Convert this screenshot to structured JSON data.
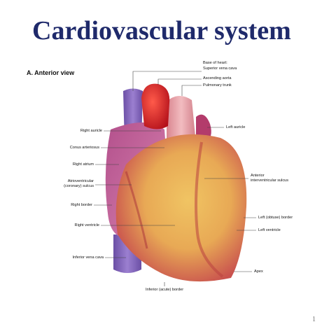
{
  "slide": {
    "title": "Cardiovascular system",
    "page_number": "1"
  },
  "figure": {
    "view_label": "A. Anterior view",
    "labels_left": {
      "right_auricle": "Right auricle",
      "conus_arteriosus": "Conus arteriosus",
      "right_atrium": "Right atrium",
      "av_sulcus_line1": "Atrioventricular",
      "av_sulcus_line2": "(coronary) sulcus",
      "right_border": "Right border",
      "right_ventricle": "Right ventricle",
      "inferior_vena_cava": "Inferior vena cava"
    },
    "labels_right": {
      "base_of_heart": "Base of heart:",
      "superior_vena_cava": "Superior vena cava",
      "ascending_aorta": "Ascending aorta",
      "pulmonary_trunk": "Pulmonary trunk",
      "left_auricle": "Left auricle",
      "anterior_sulcus_line1": "Anterior",
      "anterior_sulcus_line2": "interventricular sulcus",
      "left_border": "Left (obtuse) border",
      "left_ventricle": "Left ventricle",
      "apex": "Apex",
      "inferior_border": "Inferior (acute) border"
    }
  }
}
